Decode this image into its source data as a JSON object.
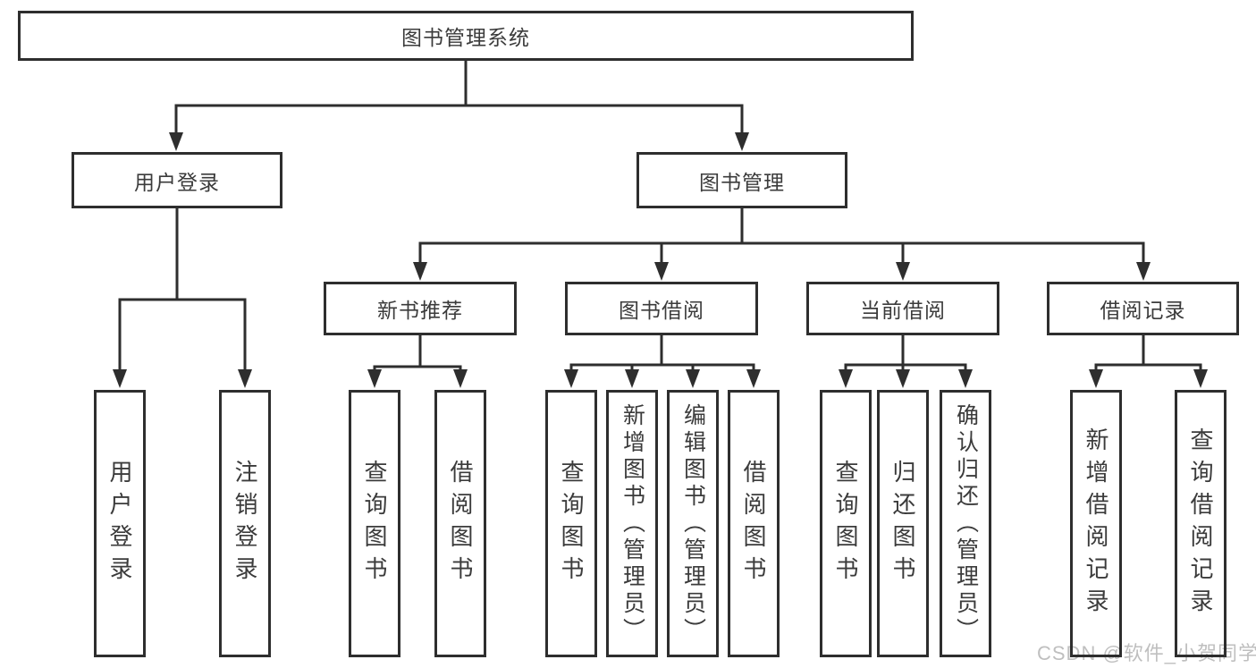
{
  "diagram": {
    "root": {
      "label": "图书管理系统"
    },
    "children": [
      {
        "label": "用户登录",
        "children": [
          {
            "label": "用户登录"
          },
          {
            "label": "注销登录"
          }
        ]
      },
      {
        "label": "图书管理",
        "children": [
          {
            "label": "新书推荐",
            "children": [
              {
                "label": "查询图书"
              },
              {
                "label": "借阅图书"
              }
            ]
          },
          {
            "label": "图书借阅",
            "children": [
              {
                "label": "查询图书"
              },
              {
                "label": "新增图书（管理员）"
              },
              {
                "label": "编辑图书（管理员）"
              },
              {
                "label": "借阅图书"
              }
            ]
          },
          {
            "label": "当前借阅",
            "children": [
              {
                "label": "查询图书"
              },
              {
                "label": "归还图书"
              },
              {
                "label": "确认归还（管理员）"
              }
            ]
          },
          {
            "label": "借阅记录",
            "children": [
              {
                "label": "新增借阅记录"
              },
              {
                "label": "查询借阅记录"
              }
            ]
          }
        ]
      }
    ]
  },
  "watermark": {
    "text": "CSDN @软件_小贺同学"
  },
  "colors": {
    "line": "#2e2e2e",
    "text": "#3b3b3b",
    "watermark": "#bfbfbf",
    "background": "#ffffff"
  }
}
